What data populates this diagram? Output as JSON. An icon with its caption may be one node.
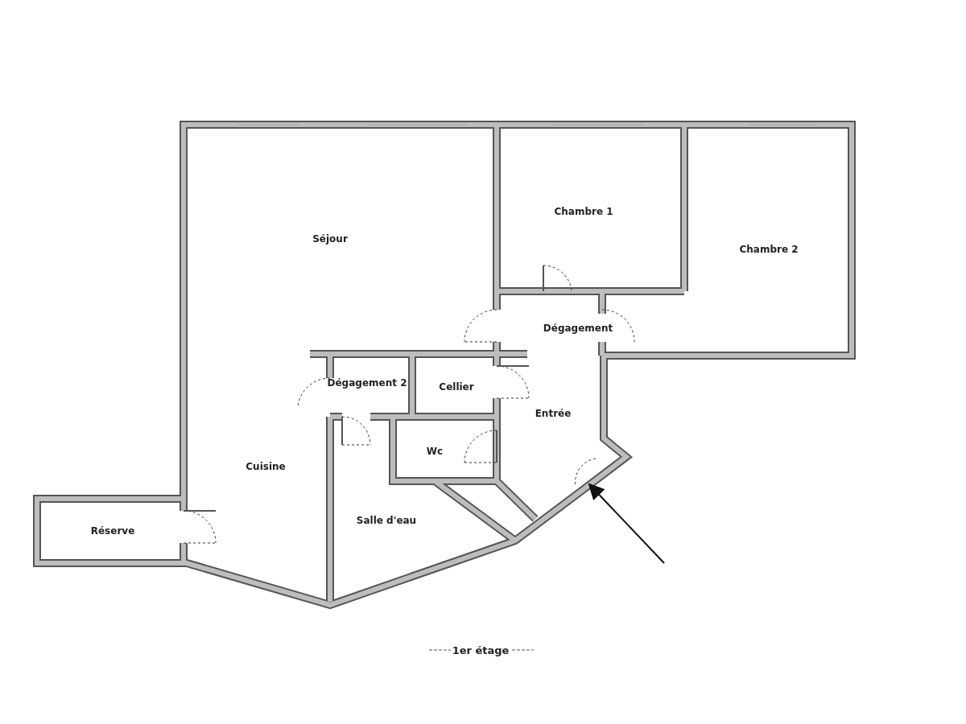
{
  "diagram": {
    "caption": "1er étage",
    "nodes": [
      {
        "text": [
          "Séjour"
        ]
      },
      {
        "text": [
          "Chambre 1"
        ]
      },
      {
        "text": [
          "Chambre 2"
        ]
      },
      {
        "text": [
          "Dégagement"
        ]
      },
      {
        "text": [
          "Dégagement 2"
        ]
      },
      {
        "text": [
          "Cellier"
        ]
      },
      {
        "text": [
          "Entrée"
        ]
      },
      {
        "text": [
          "Wc"
        ]
      },
      {
        "text": [
          "Cuisine"
        ]
      },
      {
        "text": [
          "Salle d'eau"
        ]
      },
      {
        "text": [
          "Réserve"
        ]
      }
    ],
    "edges": []
  }
}
